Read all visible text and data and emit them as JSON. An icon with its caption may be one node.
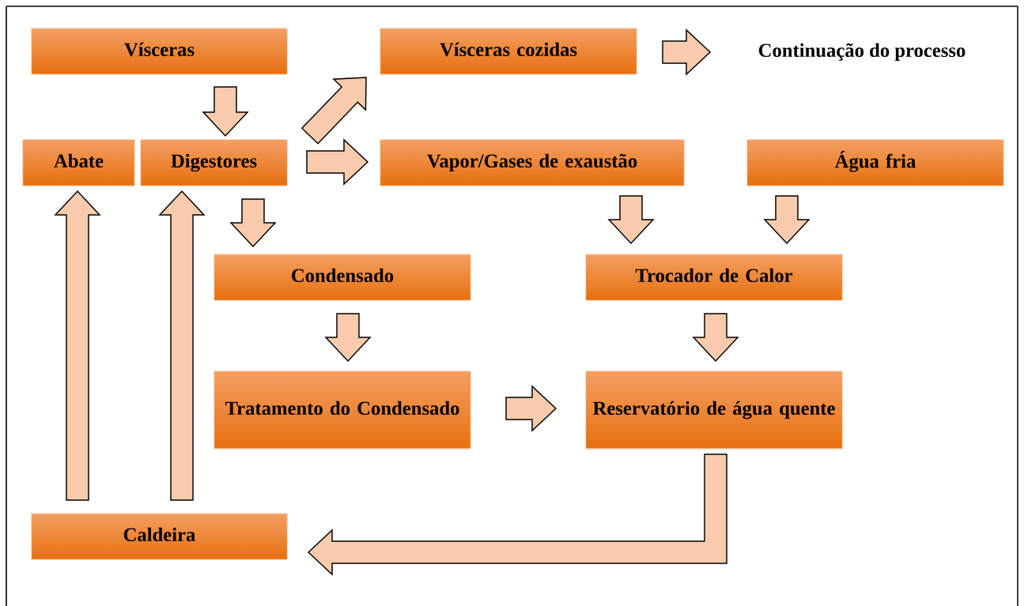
{
  "diagram": {
    "nodes": [
      {
        "text": [
          "Vísceras"
        ]
      },
      {
        "text": [
          "Vísceras cozidas"
        ]
      },
      {
        "text": [
          "Continuação do processo"
        ]
      },
      {
        "text": [
          "Abate"
        ]
      },
      {
        "text": [
          "Digestores"
        ]
      },
      {
        "text": [
          "Vapor/Gases de exaustão"
        ]
      },
      {
        "text": [
          "Água fria"
        ]
      },
      {
        "text": [
          "Condensado"
        ]
      },
      {
        "text": [
          "Trocador de Calor"
        ]
      },
      {
        "text": [
          "Tratamento do Condensado"
        ]
      },
      {
        "text": [
          "Reservatório de água quente"
        ]
      },
      {
        "text": [
          "Caldeira"
        ]
      }
    ],
    "edges": [
      {
        "from": 0,
        "to": 4,
        "arrow": "to"
      },
      {
        "from": 4,
        "to": 1,
        "arrow": "to"
      },
      {
        "from": 1,
        "to": 2,
        "arrow": "to"
      },
      {
        "from": 4,
        "to": 5,
        "arrow": "to"
      },
      {
        "from": 4,
        "to": 7,
        "arrow": "to"
      },
      {
        "from": 5,
        "to": 8,
        "arrow": "to"
      },
      {
        "from": 6,
        "to": 8,
        "arrow": "to"
      },
      {
        "from": 7,
        "to": 9,
        "arrow": "to"
      },
      {
        "from": 8,
        "to": 10,
        "arrow": "to"
      },
      {
        "from": 9,
        "to": 10,
        "arrow": "to"
      },
      {
        "from": 10,
        "to": 11,
        "arrow": "to"
      },
      {
        "from": 11,
        "to": 3,
        "arrow": "to"
      },
      {
        "from": 11,
        "to": 4,
        "arrow": "to"
      }
    ]
  }
}
